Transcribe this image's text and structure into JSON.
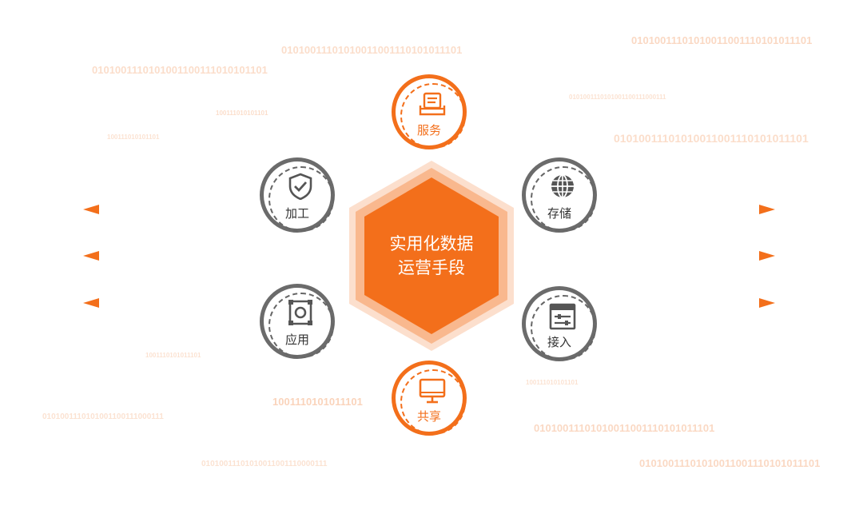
{
  "center": {
    "line1": "实用化数据",
    "line2": "运营手段"
  },
  "nodes": {
    "service": {
      "label": "服务"
    },
    "process": {
      "label": "加工"
    },
    "storage": {
      "label": "存储"
    },
    "apply": {
      "label": "应用"
    },
    "access": {
      "label": "接入"
    },
    "share": {
      "label": "共享"
    }
  },
  "background_binary": [
    "01010011101010011001110101011101",
    "01010011101010011001110101011101",
    "0101001110101001100111010101101",
    "01010011101010011001110101011101",
    "1001110101011101",
    "01010011101010011001110101011101",
    "01010011101010011001110101011101",
    "100111010101101",
    "0101001110101001100111000111",
    "0101001110101001100111000111",
    "01010011101010011001110000111",
    "100111010101101",
    "1001110101011101",
    "100111010101101"
  ],
  "colors": {
    "orange": "#f36f1b",
    "gray": "#6b6b6b",
    "faint_binary": "#f4a06a"
  }
}
